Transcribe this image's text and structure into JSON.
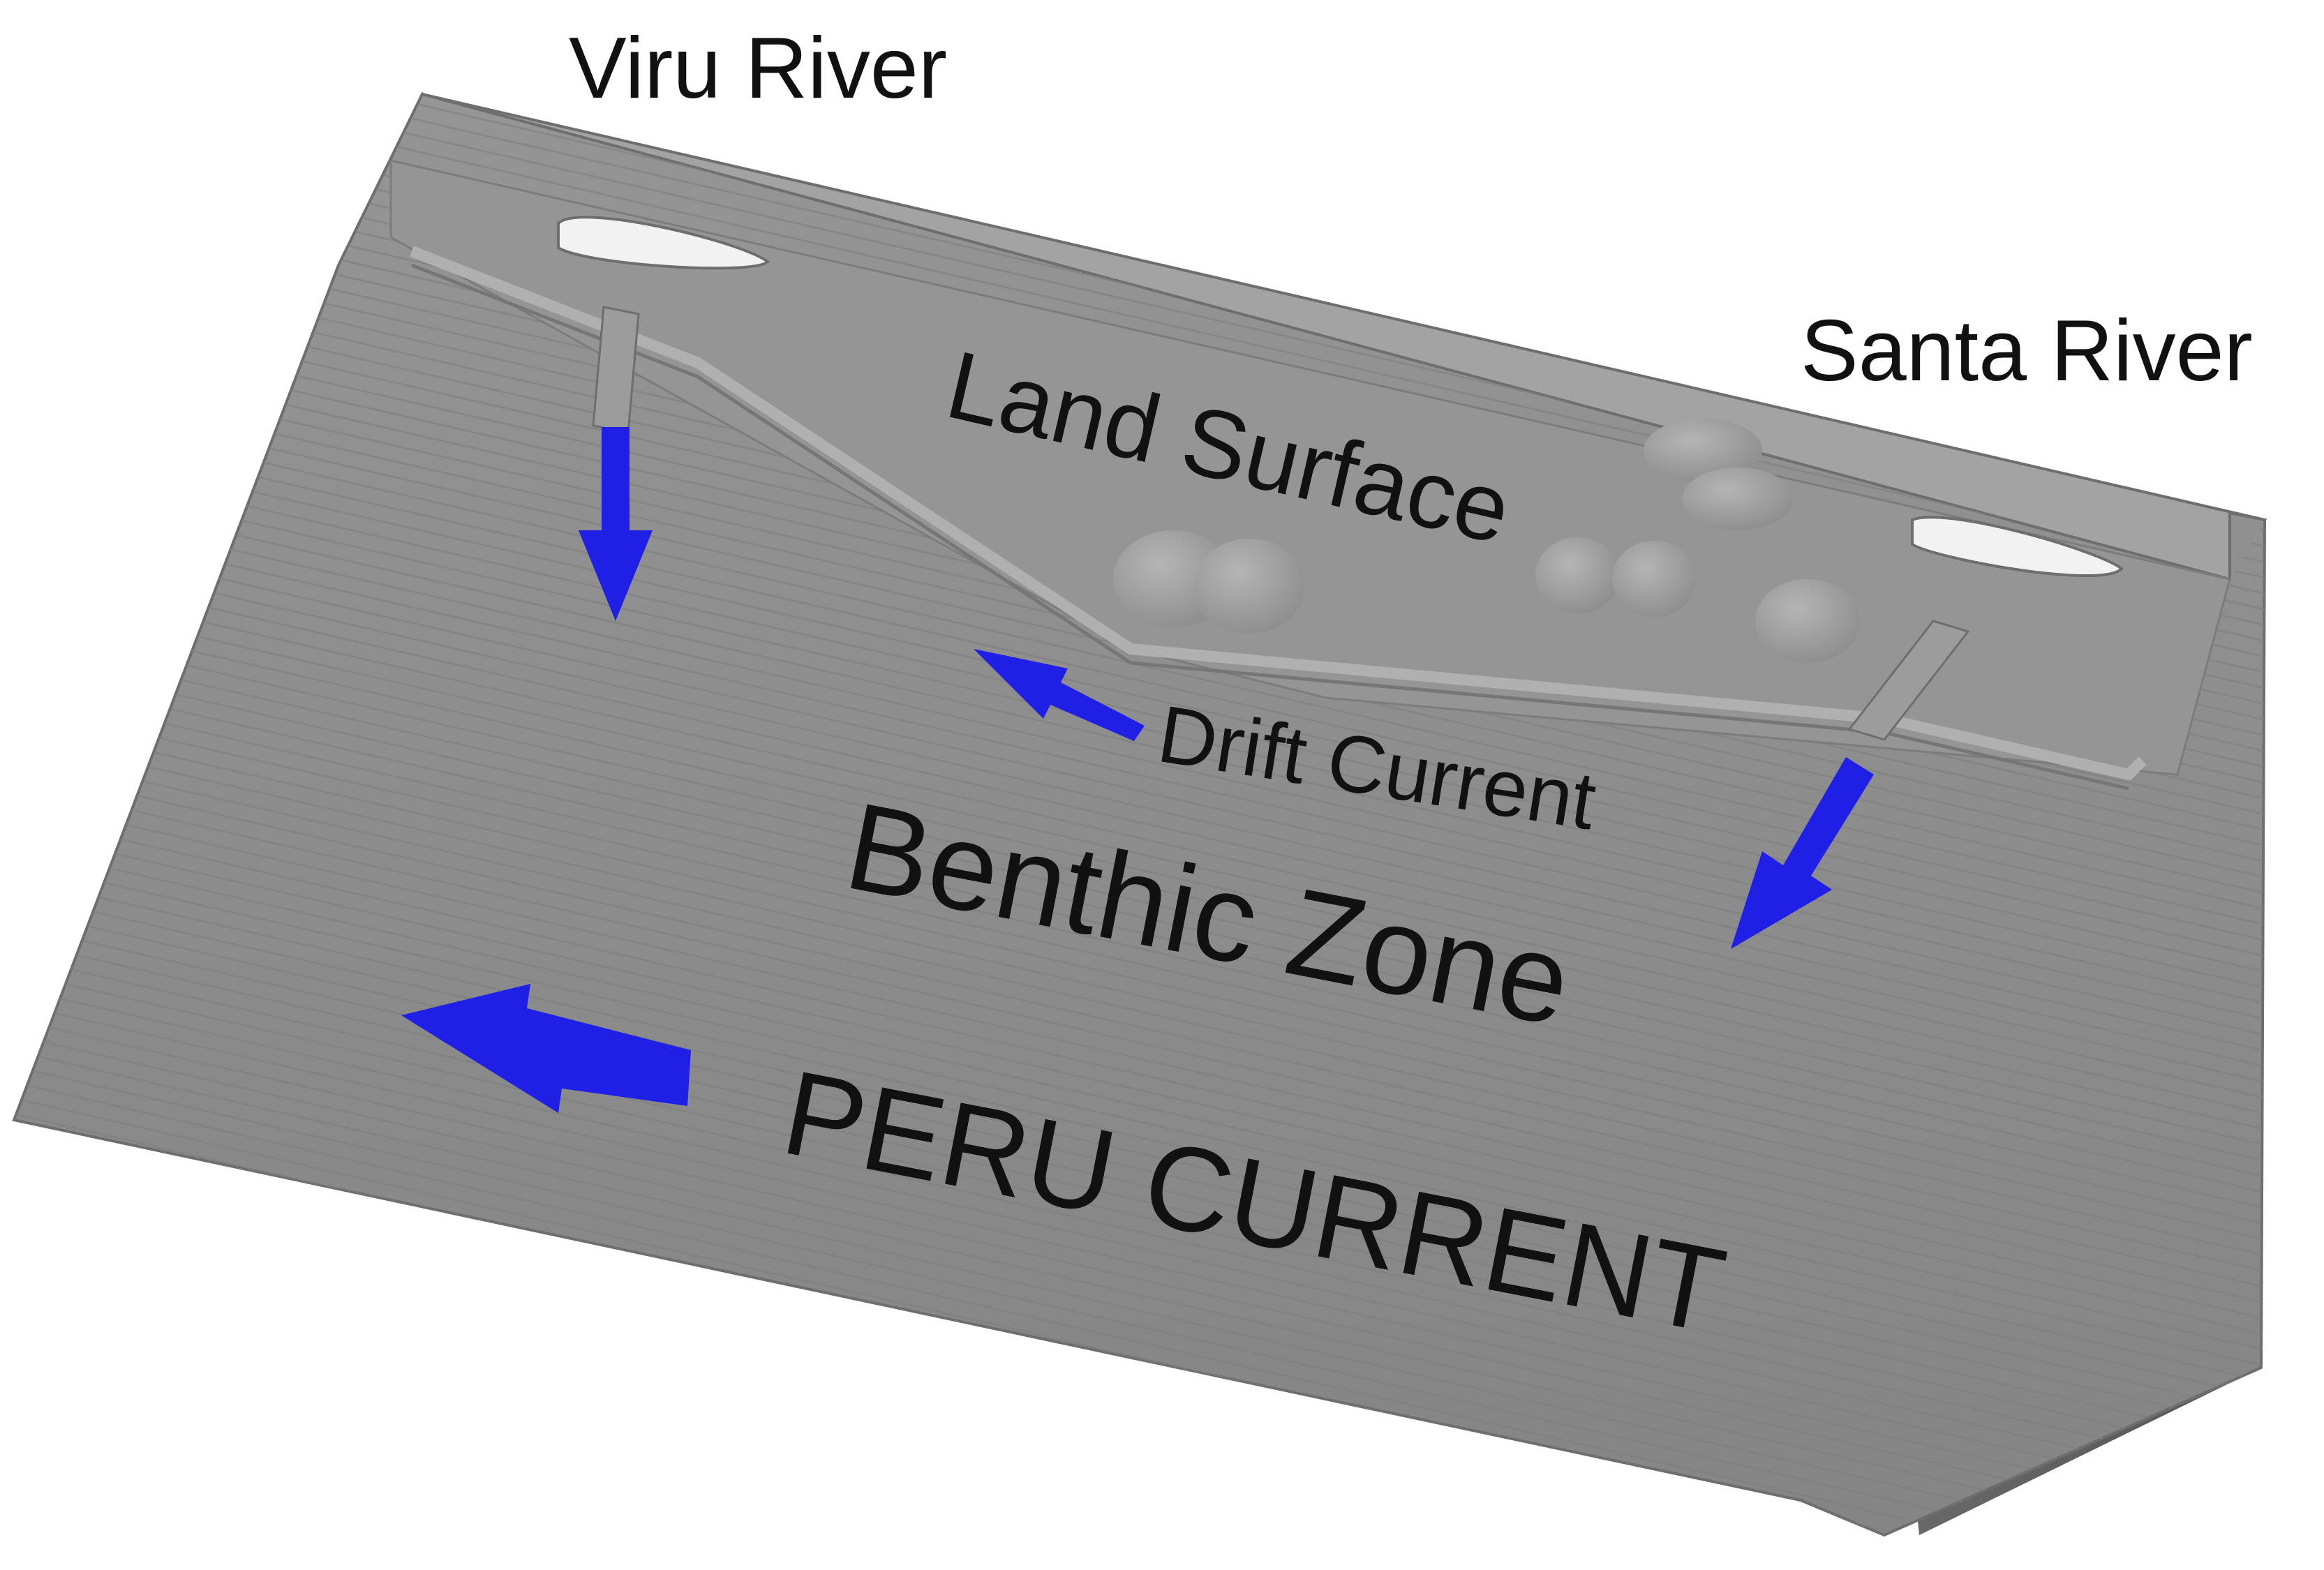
{
  "labels": {
    "viru_river": "Viru River",
    "santa_river": "Santa River",
    "land_surface": "Land Surface",
    "drift_current": "Drift Current",
    "benthic_zone": "Benthic Zone",
    "peru_current": "PERU CURRENT"
  },
  "colors": {
    "arrow": "#1f1fe6",
    "model_surface": "#8c8c8c",
    "model_edge": "#6e6e6e",
    "label_text": "#111111",
    "background": "#ffffff"
  }
}
